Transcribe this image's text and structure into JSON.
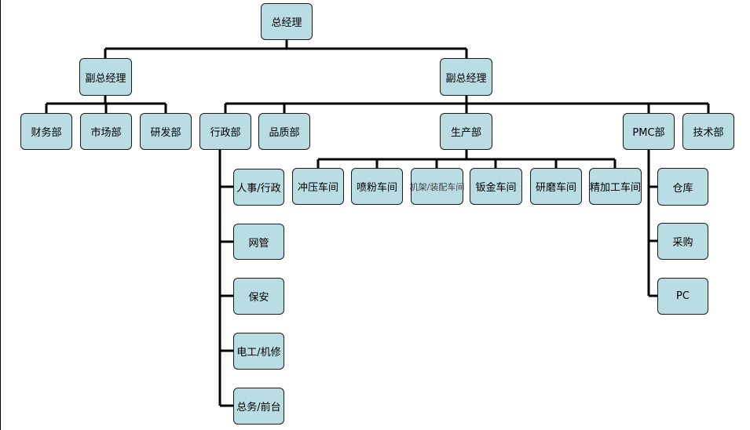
{
  "org": {
    "ceo": "总经理",
    "vp_left": "副总经理",
    "vp_right": "副总经理",
    "finance": "财务部",
    "marketing": "市场部",
    "rd": "研发部",
    "admin": "行政部",
    "quality": "品质部",
    "production": "生产部",
    "pmc": "PMC部",
    "tech": "技术部",
    "admin_children": [
      "人事/行政",
      "网管",
      "保安",
      "电工/机修",
      "总务/前台"
    ],
    "production_children": [
      "冲压车间",
      "喷粉车间",
      "机架/装配车间",
      "钣金车间",
      "研磨车间",
      "精加工车间"
    ],
    "pmc_children": [
      "仓库",
      "采购",
      "PC"
    ]
  }
}
